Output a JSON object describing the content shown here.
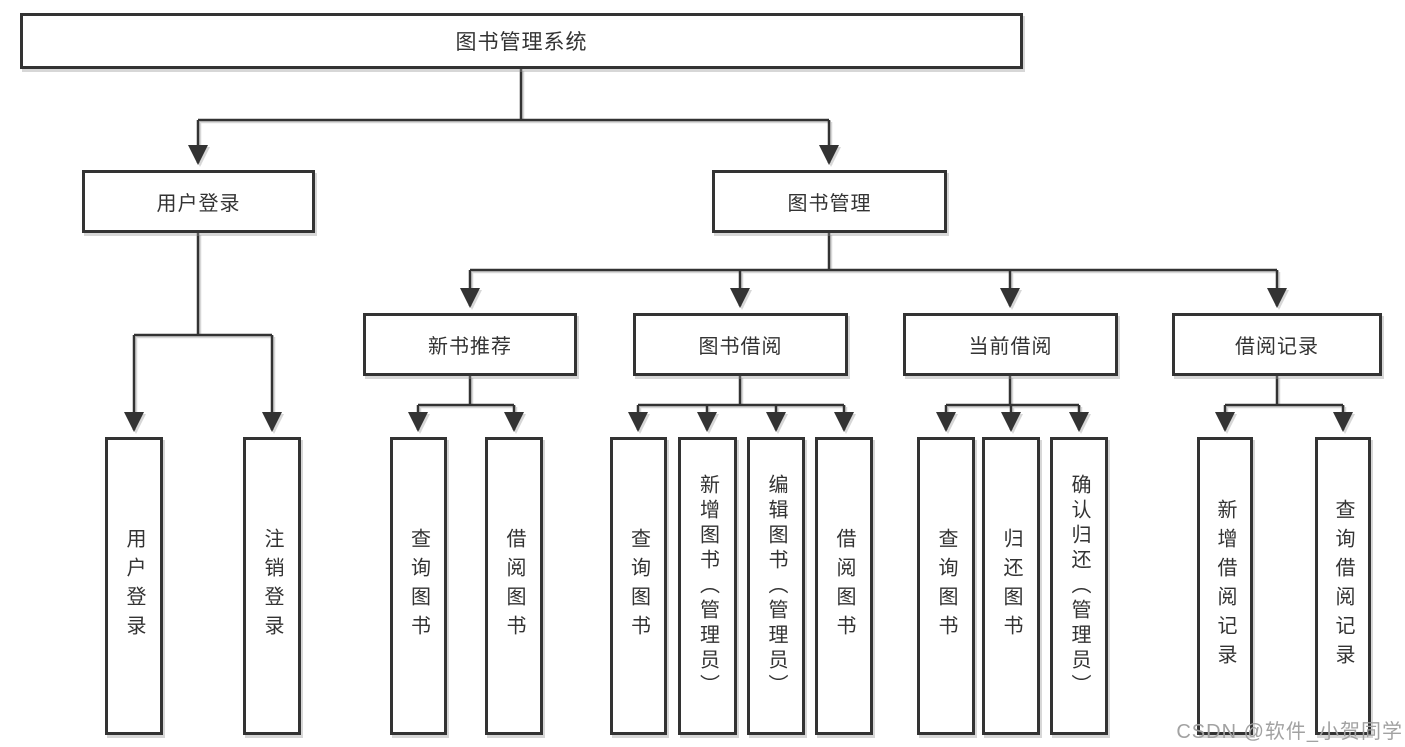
{
  "diagram": {
    "title": "图书管理系统",
    "branches": {
      "user_login": {
        "label": "用户登录",
        "children": {
          "login": "用户登录",
          "logout": "注销登录"
        }
      },
      "book_management": {
        "label": "图书管理",
        "children": {
          "new_books": {
            "label": "新书推荐",
            "children": {
              "c1": "查询图书",
              "c2": "借阅图书"
            }
          },
          "book_borrow": {
            "label": "图书借阅",
            "children": {
              "c1": "查询图书",
              "c2": "新增图书（管理员）",
              "c3": "编辑图书（管理员）",
              "c4": "借阅图书"
            }
          },
          "current_borrow": {
            "label": "当前借阅",
            "children": {
              "c1": "查询图书",
              "c2": "归还图书",
              "c3": "确认归还（管理员）"
            }
          },
          "borrow_records": {
            "label": "借阅记录",
            "children": {
              "c1": "新增借阅记录",
              "c2": "查询借阅记录"
            }
          }
        }
      }
    },
    "watermark": "CSDN @软件_小贺同学",
    "colors": {
      "line": "#333333",
      "text": "#333333",
      "watermark": "#a2a2a2",
      "background": "#ffffff"
    }
  }
}
